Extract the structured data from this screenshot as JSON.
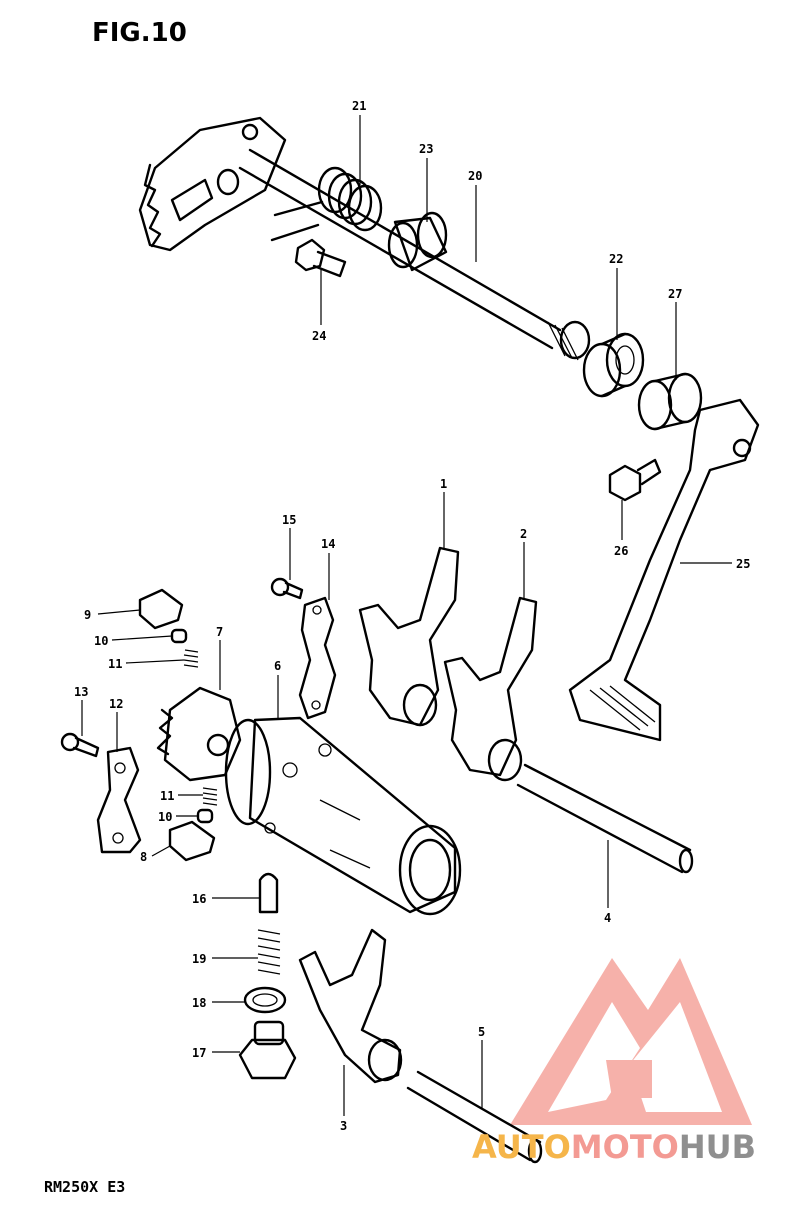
{
  "figure": {
    "title": "FIG.10",
    "model": "RM250X E3"
  },
  "callouts": [
    {
      "id": "21",
      "label": "21"
    },
    {
      "id": "23",
      "label": "23"
    },
    {
      "id": "20",
      "label": "20"
    },
    {
      "id": "22",
      "label": "22"
    },
    {
      "id": "27",
      "label": "27"
    },
    {
      "id": "24",
      "label": "24"
    },
    {
      "id": "26",
      "label": "26"
    },
    {
      "id": "25",
      "label": "25"
    },
    {
      "id": "1",
      "label": "1"
    },
    {
      "id": "2",
      "label": "2"
    },
    {
      "id": "15",
      "label": "15"
    },
    {
      "id": "14",
      "label": "14"
    },
    {
      "id": "9",
      "label": "9"
    },
    {
      "id": "10a",
      "label": "10"
    },
    {
      "id": "11a",
      "label": "11"
    },
    {
      "id": "7",
      "label": "7"
    },
    {
      "id": "6",
      "label": "6"
    },
    {
      "id": "13",
      "label": "13"
    },
    {
      "id": "12",
      "label": "12"
    },
    {
      "id": "11b",
      "label": "11"
    },
    {
      "id": "10b",
      "label": "10"
    },
    {
      "id": "8",
      "label": "8"
    },
    {
      "id": "4",
      "label": "4"
    },
    {
      "id": "16",
      "label": "16"
    },
    {
      "id": "19",
      "label": "19"
    },
    {
      "id": "18",
      "label": "18"
    },
    {
      "id": "17",
      "label": "17"
    },
    {
      "id": "3",
      "label": "3"
    },
    {
      "id": "5",
      "label": "5"
    }
  ],
  "watermark": {
    "text_auto": "AUTO",
    "text_moto": "MOTO",
    "text_hub": "HUB",
    "colors": {
      "auto": "#f5b54a",
      "moto": "#f39a93",
      "hub": "#8f8f8f",
      "logo": "#f5a49c"
    }
  }
}
